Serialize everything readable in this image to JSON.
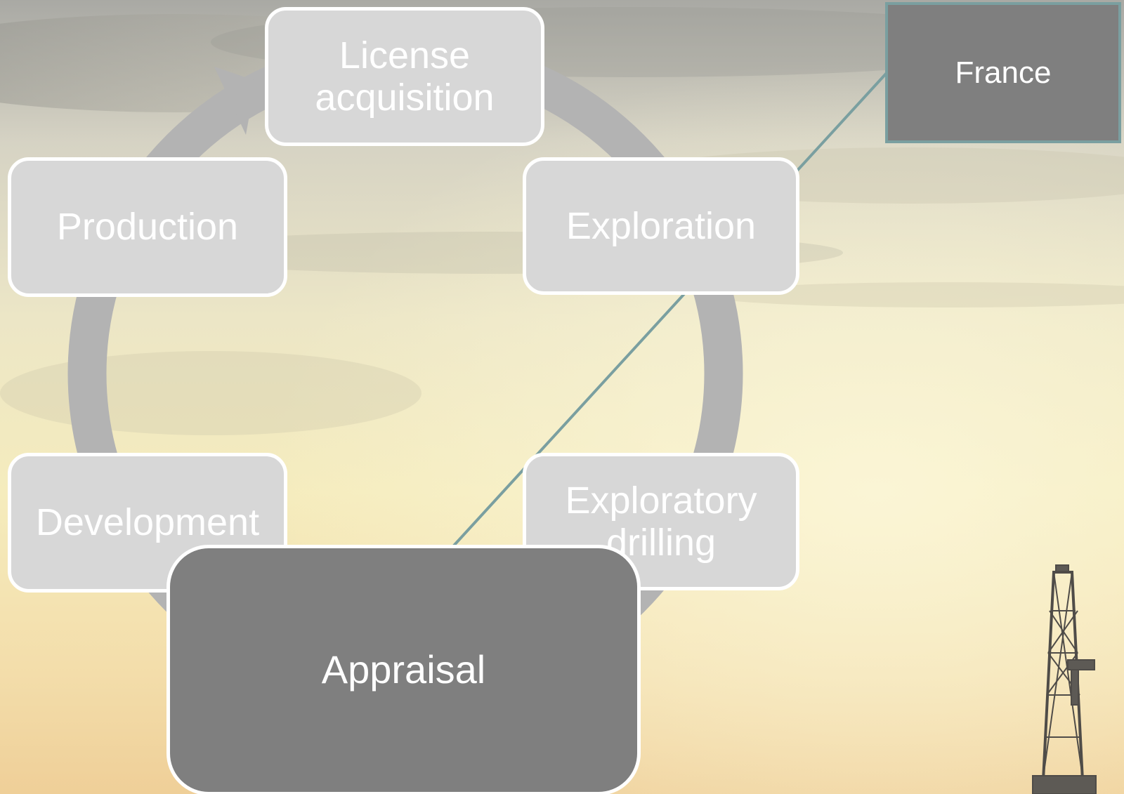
{
  "diagram": {
    "stages": [
      {
        "id": "license",
        "label_line1": "License",
        "label_line2": "acquisition"
      },
      {
        "id": "exploration",
        "label": "Exploration"
      },
      {
        "id": "exploratory-drilling",
        "label_line1": "Exploratory",
        "label_line2": "drilling"
      },
      {
        "id": "appraisal",
        "label": "Appraisal",
        "active": true
      },
      {
        "id": "development",
        "label": "Development"
      },
      {
        "id": "production",
        "label": "Production"
      }
    ],
    "callout": {
      "label": "France"
    },
    "colors": {
      "inactive_box": "#d7d7d7",
      "active_box": "#7f7f7f",
      "cycle_arrow": "#b3b3b3",
      "connector": "#7a9fa0",
      "callout_border": "#7a9fa0",
      "text": "#ffffff"
    }
  }
}
